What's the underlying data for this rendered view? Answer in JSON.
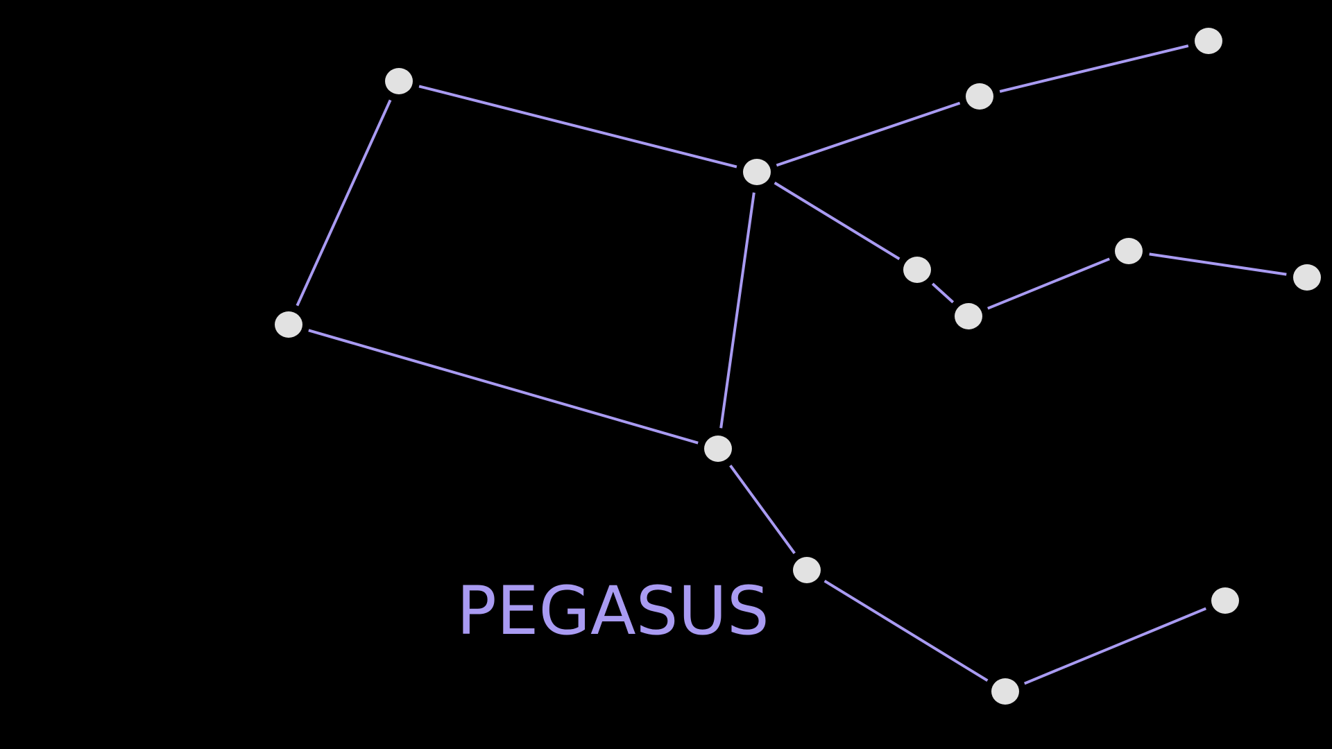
{
  "constellation": {
    "name": "PEGASUS",
    "colors": {
      "background": "#000000",
      "line": "#A99BF2",
      "star": "#E2E2E2",
      "label": "#A99BF2"
    },
    "lines": [
      [
        "s-a",
        "s-b"
      ],
      [
        "s-a",
        "s-c"
      ],
      [
        "s-c",
        "s-d"
      ],
      [
        "s-d",
        "s-b"
      ],
      [
        "s-b",
        "s-e"
      ],
      [
        "s-e",
        "s-f"
      ],
      [
        "s-b",
        "s-g"
      ],
      [
        "s-g",
        "s-h"
      ],
      [
        "s-h",
        "s-i"
      ],
      [
        "s-i",
        "s-j"
      ],
      [
        "s-d",
        "s-k"
      ],
      [
        "s-k",
        "s-l"
      ],
      [
        "s-l",
        "s-m"
      ]
    ]
  }
}
